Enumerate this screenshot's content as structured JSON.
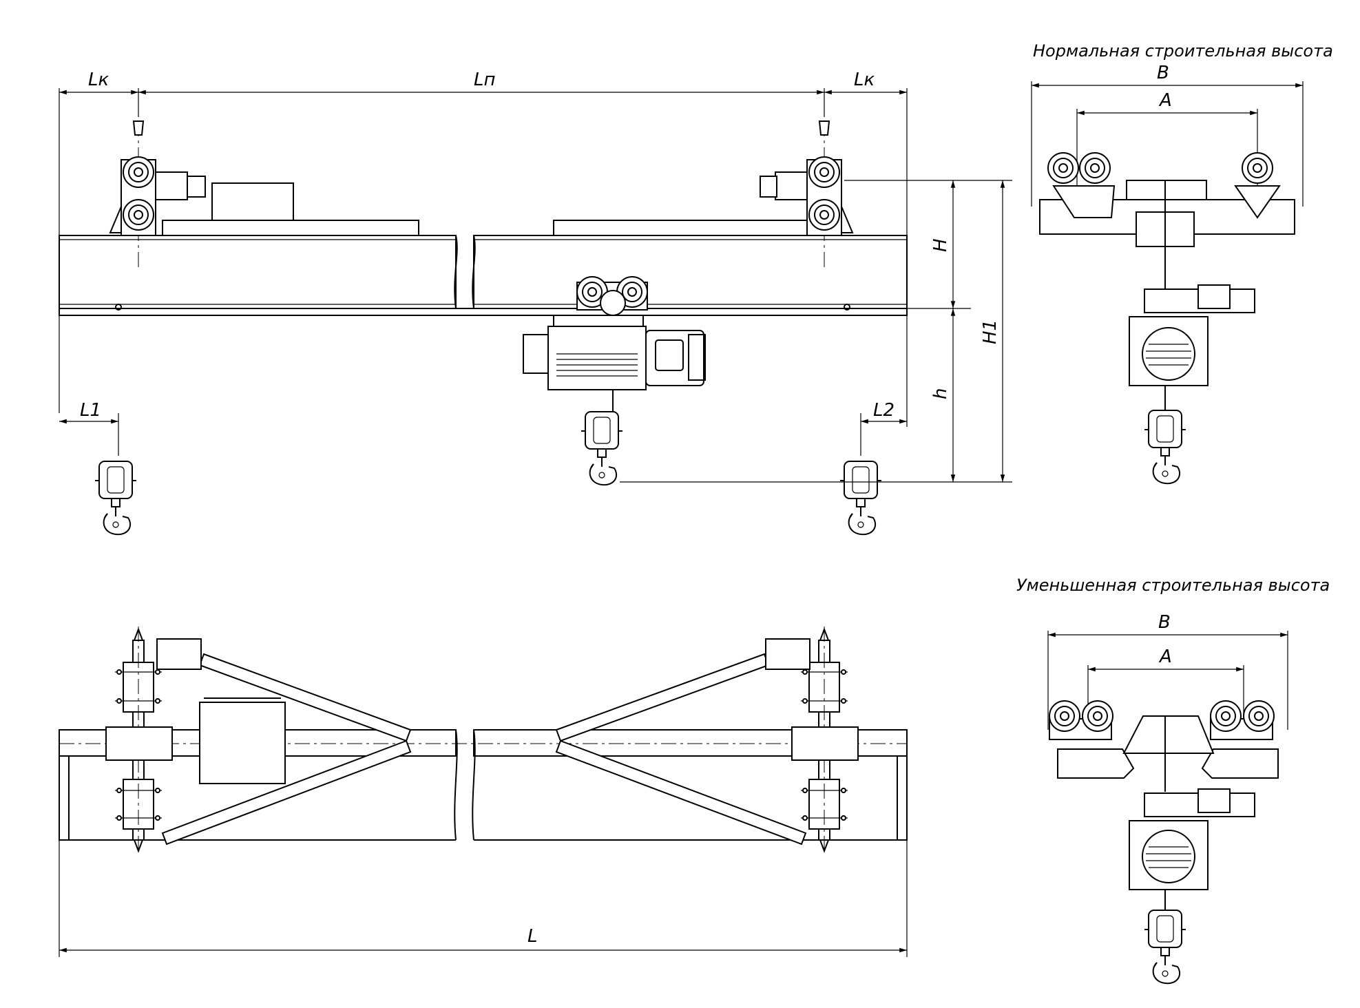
{
  "captions": {
    "normal_height": "Нормальная строительная высота",
    "reduced_height": "Уменьшенная строительная высота"
  },
  "dimensions": {
    "lk_left": "Lк",
    "ln": "Lп",
    "lk_right": "Lк",
    "h_cap": "H",
    "h_small": "h",
    "h1": "H1",
    "l1": "L1",
    "l2": "L2",
    "l_total": "L",
    "b_normal": "B",
    "a_normal": "A",
    "b_reduced": "B",
    "a_reduced": "A"
  }
}
